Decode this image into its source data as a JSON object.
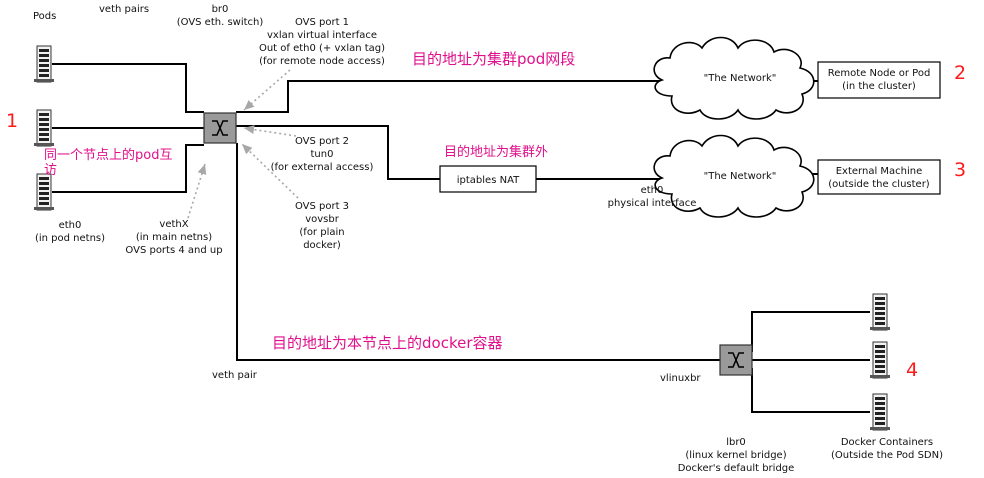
{
  "header": {
    "pods": "Pods",
    "veth_pairs": "veth pairs",
    "br0_title": "br0",
    "br0_sub": "(OVS eth. switch)"
  },
  "ovs_port1": [
    "OVS port 1",
    "vxlan virtual interface",
    "Out of eth0 (+ vxlan tag)",
    "(for remote node access)"
  ],
  "ovs_port2": [
    "OVS port 2",
    "tun0",
    "(for external access)"
  ],
  "ovs_port3": [
    "OVS port 3",
    "vovsbr",
    "(for plain",
    "docker)"
  ],
  "eth0_pod": [
    "eth0",
    "(in pod netns)"
  ],
  "vethx": [
    "vethX",
    "(in main netns)",
    "OVS ports 4 and up"
  ],
  "veth_pair": "veth pair",
  "iptables": "iptables NAT",
  "network_label": "\"The Network\"",
  "remote_node": [
    "Remote Node or Pod",
    "(in the cluster)"
  ],
  "external_machine": [
    "External Machine",
    "(outside the cluster)"
  ],
  "eth0_physical": [
    "eth0",
    "physical interface"
  ],
  "vlinuxbr": "vlinuxbr",
  "lbr0": [
    "lbr0",
    "(linux kernel bridge)",
    "Docker's default bridge"
  ],
  "docker_containers": [
    "Docker Containers",
    "(Outside the Pod SDN)"
  ],
  "annotations": {
    "to_cluster_pod_net": "目的地址为集群pod网段",
    "to_outside_cluster": "目的地址为集群外",
    "to_local_docker": "目的地址为本节点上的docker容器",
    "same_node_pods": [
      "同一个节点上的pod互",
      "访"
    ]
  },
  "markers": {
    "m1": "1",
    "m2": "2",
    "m3": "3",
    "m4": "4"
  },
  "colors": {
    "annotation": "#e0108c",
    "marker": "#ff1a1a",
    "arrow": "#a8a8a8"
  }
}
